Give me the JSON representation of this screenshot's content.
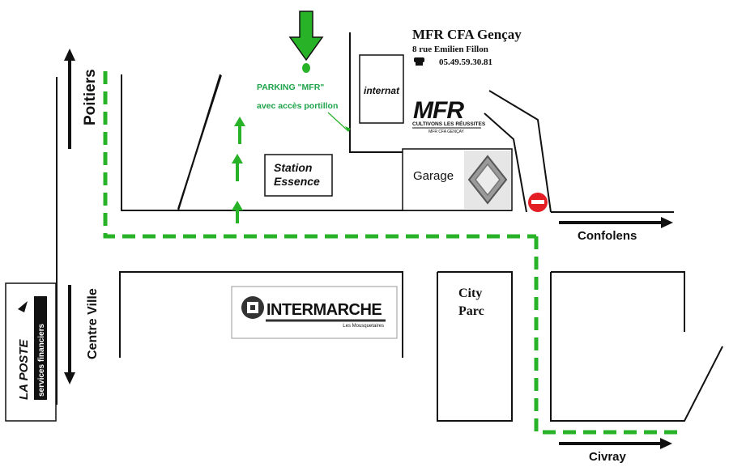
{
  "school": {
    "name": "MFR CFA Gençay",
    "address": "8 rue Emilien Fillon",
    "phone": "05.49.59.30.81",
    "phone_icon": "telephone-icon",
    "logo_letters": "MFR",
    "logo_tagline": "CULTIVONS LES RÉUSSITES",
    "logo_sub": "MFR CFA GENÇAY"
  },
  "parking": {
    "line1": "PARKING \"MFR\"",
    "line2": "avec accès portillon",
    "marker_icon": "arrow-down-icon"
  },
  "buildings": {
    "internat": "internat",
    "station_line1": "Station",
    "station_line2": "Essence",
    "garage": "Garage",
    "city_line1": "City",
    "city_line2": "Parc",
    "intermarche": "INTERMARCHE",
    "intermarche_sub": "Les Mousquetaires",
    "la_poste_line1": "LA POSTE",
    "la_poste_line2": "services financiers"
  },
  "directions": {
    "poitiers": "Poitiers",
    "confolens": "Confolens",
    "centre_ville": "Centre Ville",
    "civray": "Civray"
  },
  "colors": {
    "route": "#27b227",
    "road": "#111111",
    "no_entry": "#e31e24",
    "text_green": "#1fa34a"
  }
}
